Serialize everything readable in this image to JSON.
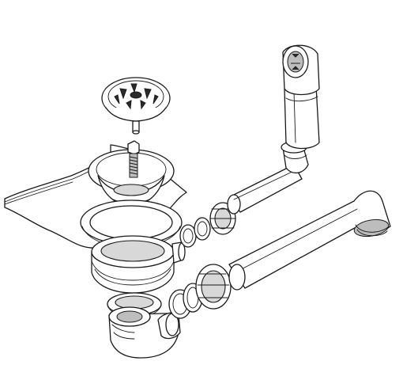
{
  "diagram": {
    "parts": [
      "strainer-basket",
      "screw",
      "countertop-sheet",
      "sink-flange",
      "sealing-gasket",
      "drain-body",
      "lock-nut",
      "bottle-trap",
      "overflow-head",
      "overflow-hose",
      "overflow-elbow",
      "overflow-tube",
      "connector-nut",
      "washer-rings",
      "outlet-pipe",
      "trap-nut",
      "trap-washers"
    ],
    "colors": {
      "line": "#1a1a1a",
      "fill": "#ffffff",
      "shade": "#d8d8d8"
    }
  }
}
